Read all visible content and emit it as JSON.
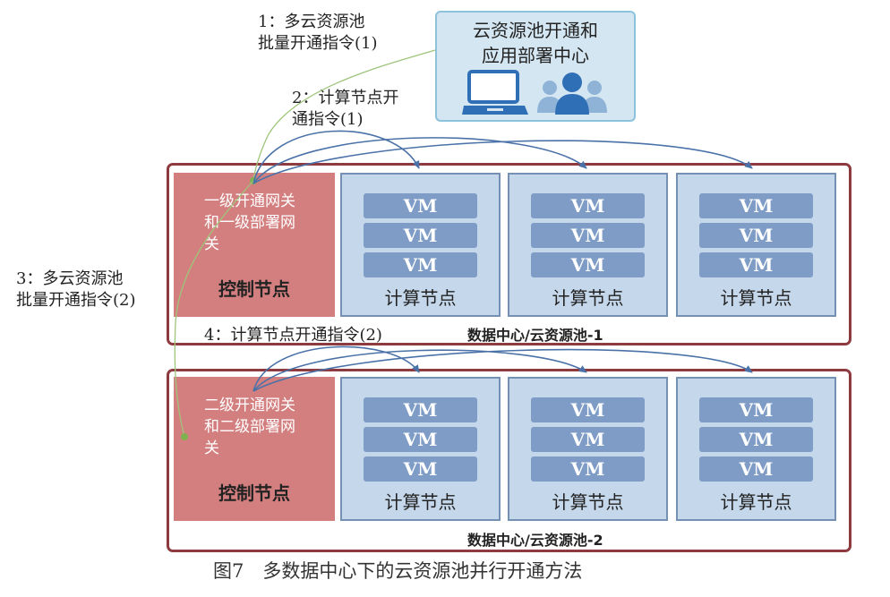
{
  "center": {
    "title": "云资源池开通和\n应用部署中心"
  },
  "notes": {
    "n1": "1：多云资源池\n批量开通指令(1)",
    "n2": "2：计算节点开\n通指令(1)",
    "n3": "3：多云资源池\n批量开通指令(2)",
    "n4": "4：计算节点开通指令(2)"
  },
  "datacenters": [
    {
      "label": "数据中心/云资源池-1",
      "control": {
        "desc": "一级开通网关和一级部署网关",
        "label": "控制节点"
      },
      "nodes": [
        {
          "vms": [
            "VM",
            "VM",
            "VM"
          ],
          "label": "计算节点"
        },
        {
          "vms": [
            "VM",
            "VM",
            "VM"
          ],
          "label": "计算节点"
        },
        {
          "vms": [
            "VM",
            "VM",
            "VM"
          ],
          "label": "计算节点"
        }
      ]
    },
    {
      "label": "数据中心/云资源池-2",
      "control": {
        "desc": "二级开通网关和二级部署网关",
        "label": "控制节点"
      },
      "nodes": [
        {
          "vms": [
            "VM",
            "VM",
            "VM"
          ],
          "label": "计算节点"
        },
        {
          "vms": [
            "VM",
            "VM",
            "VM"
          ],
          "label": "计算节点"
        },
        {
          "vms": [
            "VM",
            "VM",
            "VM"
          ],
          "label": "计算节点"
        }
      ]
    }
  ],
  "caption": "图7　多数据中心下的云资源池并行开通方法",
  "colors": {
    "control_fill": "#d47f7f",
    "node_fill": "#c5d7ea",
    "vm_fill": "#7e9cc6",
    "dc_border": "#8e3b3f",
    "arrow": "#4a72a8",
    "green_line": "#9ec47a"
  },
  "icons": [
    "laptop-icon",
    "users-icon"
  ]
}
